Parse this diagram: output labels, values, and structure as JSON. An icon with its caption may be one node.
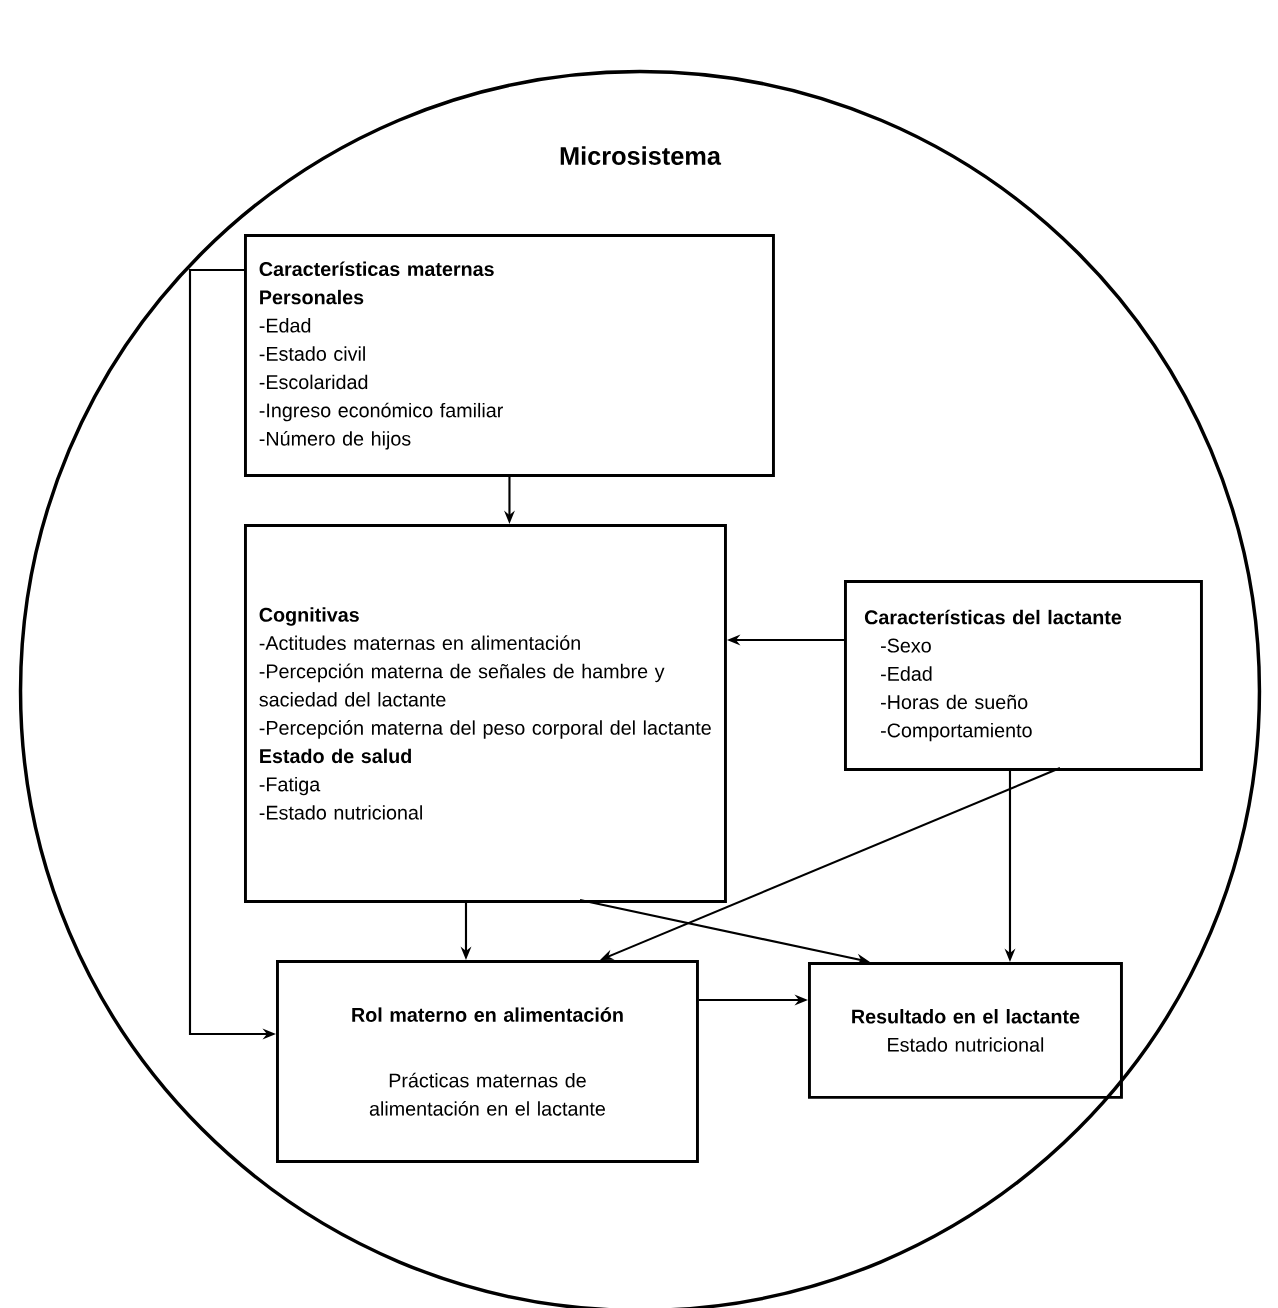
{
  "diagram": {
    "nodes": [
      {
        "text": [
          "Microsistema"
        ]
      },
      {
        "text": [
          "Características maternas",
          "Personales",
          "-Edad",
          "-Estado civil",
          "-Escolaridad",
          "-Ingreso económico familiar",
          "-Número de hijos"
        ],
        "in": 0
      },
      {
        "text": [
          "Cognitivas",
          "-Actitudes maternas en alimentación",
          "-Percepción materna de señales de hambre y saciedad del lactante",
          "-Percepción materna del peso corporal del lactante",
          "Estado de salud",
          "-Fatiga",
          "-Estado nutricional"
        ],
        "in": 0
      },
      {
        "text": [
          "Características del lactante",
          "-Sexo",
          "-Edad",
          "-Horas de sueño",
          "-Comportamiento"
        ],
        "in": 0
      },
      {
        "text": [
          "Rol materno en alimentación",
          "Prácticas maternas de alimentación en el lactante"
        ],
        "in": 0
      },
      {
        "text": [
          "Resultado en el lactante",
          "Estado nutricional"
        ],
        "in": 0
      }
    ],
    "edges": [
      {
        "from": 1,
        "to": 2,
        "arrow": "to"
      },
      {
        "from": 1,
        "to": 4,
        "arrow": "to"
      },
      {
        "from": 3,
        "to": 2,
        "arrow": "to"
      },
      {
        "from": 2,
        "to": 4,
        "arrow": "to"
      },
      {
        "from": 2,
        "to": 5,
        "arrow": "to"
      },
      {
        "from": 3,
        "to": 4,
        "arrow": "to"
      },
      {
        "from": 3,
        "to": 5,
        "arrow": "to"
      },
      {
        "from": 4,
        "to": 5,
        "arrow": "to"
      }
    ]
  }
}
